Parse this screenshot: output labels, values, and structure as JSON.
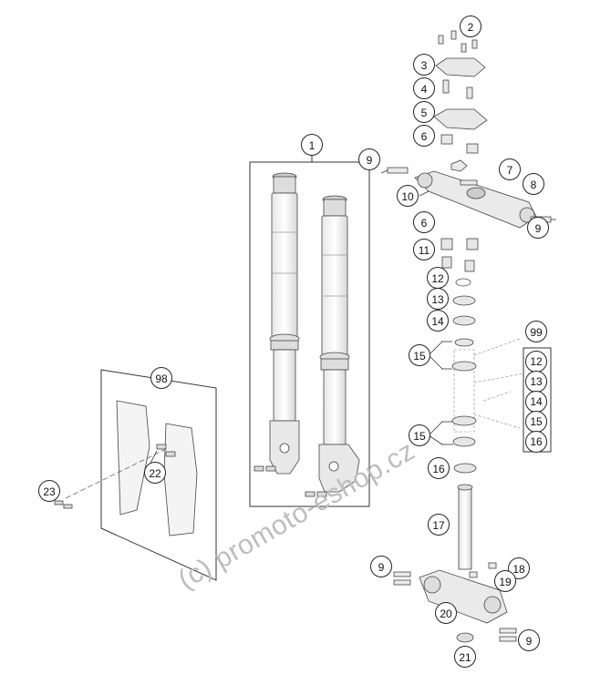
{
  "callouts": {
    "c1": "1",
    "c2": "2",
    "c3": "3",
    "c4": "4",
    "c5": "5",
    "c6a": "6",
    "c6b": "6",
    "c7": "7",
    "c8": "8",
    "c9a": "9",
    "c9b": "9",
    "c9c": "9",
    "c9d": "9",
    "c10": "10",
    "c11": "11",
    "c12": "12",
    "c13": "13",
    "c14": "14",
    "c15a": "15",
    "c15b": "15",
    "c16": "16",
    "c17": "17",
    "c18": "18",
    "c19": "19",
    "c20": "20",
    "c21": "21",
    "c22": "22",
    "c23": "23",
    "c98": "98",
    "c99": "99"
  },
  "kit_list": [
    "12",
    "13",
    "14",
    "15",
    "16"
  ],
  "watermark": "(c) promoto-eshop.cz",
  "colors": {
    "line": "#333333",
    "part_fill": "#f2f2f2",
    "part_stroke": "#444444",
    "watermark": "#bdbdbd"
  }
}
